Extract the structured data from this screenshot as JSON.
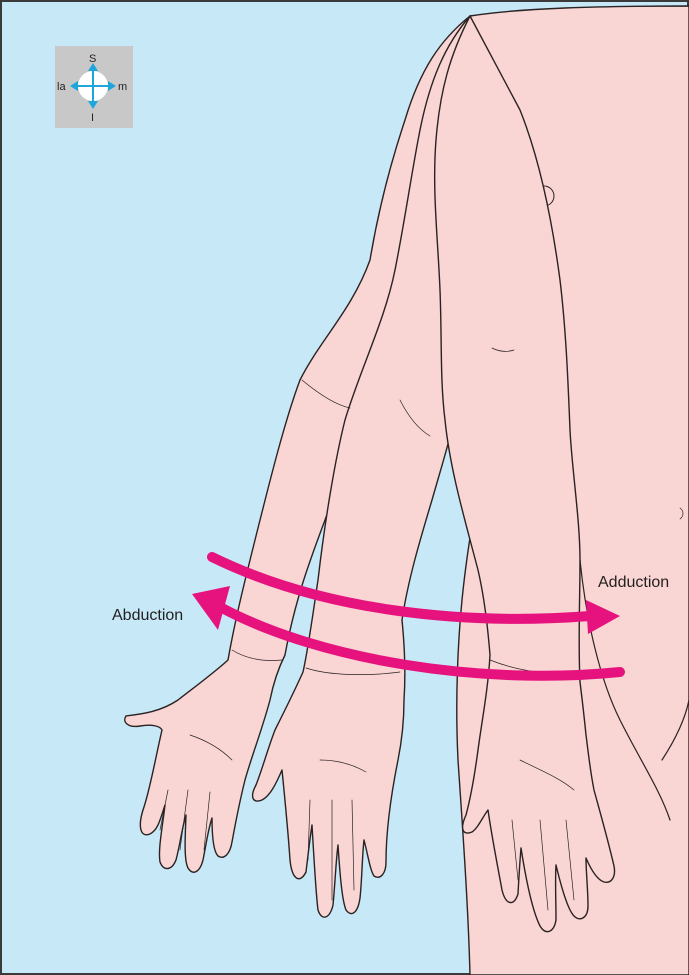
{
  "labels": {
    "abduction": "Abduction",
    "adduction": "Adduction"
  },
  "compass": {
    "superior": "S",
    "inferior": "I",
    "lateral": "la",
    "medial": "m"
  },
  "nipple_mark": "c",
  "colors": {
    "background": "#c7e8f7",
    "skin": "#f9d5d3",
    "arrow": "#e6137e",
    "compass_arrow": "#1ea6dc",
    "compass_box": "#c8c8c8",
    "outline": "#2a2223"
  }
}
